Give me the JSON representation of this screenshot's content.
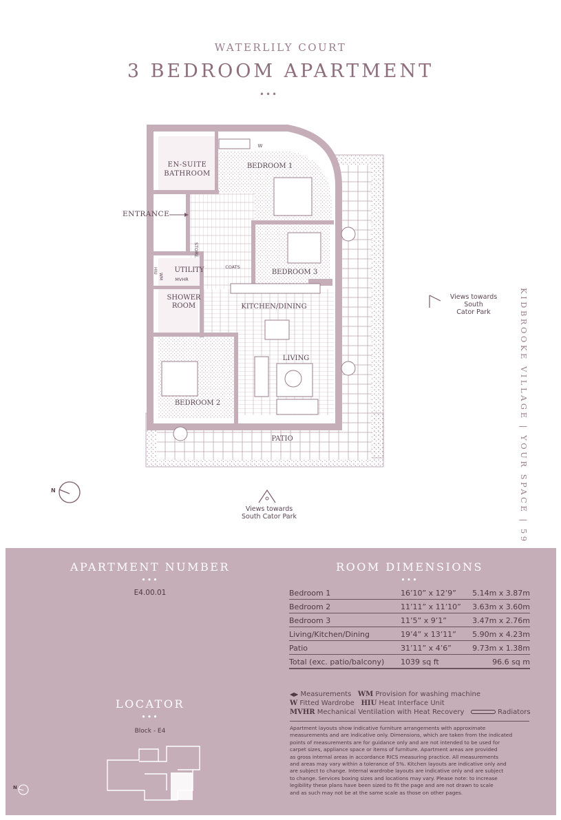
{
  "header": {
    "subtitle": "WATERLILY COURT",
    "title": "3 BEDROOM APARTMENT",
    "dots": "•••"
  },
  "side_text": "KIDBROOKE VILLAGE  |  YOUR SPACE  |  59",
  "plan": {
    "rooms": {
      "ensuite": "EN-SUITE\nBATHROOM",
      "bedroom1": "BEDROOM 1",
      "bedroom3": "BEDROOM 3",
      "utility": "UTILITY",
      "shower": "SHOWER\nROOM",
      "kitchen": "KITCHEN/DINING",
      "living": "LIVING",
      "bedroom2": "BEDROOM 2",
      "patio": "PATIO"
    },
    "entrance": "ENTRANCE",
    "store": "STORE",
    "coats": "COATS",
    "mvhr": "MVHR",
    "wm": "WM",
    "hiu": "HIU",
    "w": "W",
    "north": "N",
    "view_right": "Views towards\nSouth\nCator Park",
    "view_bottom": "Views towards\nSouth Cator Park"
  },
  "panel": {
    "apt_heading": "APARTMENT NUMBER",
    "apt_dots": "•••",
    "apt_number": "E4.00.01",
    "dims_heading": "ROOM DIMENSIONS",
    "dims_dots": "•••",
    "dimensions": [
      {
        "room": "Bedroom 1",
        "imperial": "16’10” x 12’9”",
        "metric": "5.14m x 3.87m"
      },
      {
        "room": "Bedroom 2",
        "imperial": "11’11” x 11’10”",
        "metric": "3.63m x 3.60m"
      },
      {
        "room": "Bedroom 3",
        "imperial": "11’5” x 9’1”",
        "metric": "3.47m x 2.76m"
      },
      {
        "room": "Living/Kitchen/Dining",
        "imperial": "19’4” x 13’11”",
        "metric": "5.90m x 4.23m"
      },
      {
        "room": "Patio",
        "imperial": "31’11” x 4’6”",
        "metric": "9.73m x 1.38m"
      }
    ],
    "total": {
      "room": "Total (exc. patio/balcony)",
      "imperial": "1039 sq ft",
      "metric": "96.6 sq m"
    },
    "legend": {
      "measurements": "Measurements",
      "wm_key": "WM",
      "wm_text": "Provision for washing machine",
      "w_key": "W",
      "w_text": "Fitted Wardrobe",
      "hiu_key": "HIU",
      "hiu_text": "Heat Interface Unit",
      "mvhr_key": "MVHR",
      "mvhr_text": "Mechanical Ventilation with Heat Recovery",
      "radiators": "Radiators"
    },
    "disclaimer": [
      "Apartment layouts show indicative furniture arrangements with approximate",
      "measurements and are indicative only. Dimensions, which are taken from the indicated",
      "points of measurements are for guidance only and are not intended to be used for",
      "carpet sizes, appliance space or items of furniture. Apartment areas are provided",
      "as gross internal areas in accordance RICS measuring practice. All measurements",
      "and areas may vary within a tolerance of 5%. Kitchen layouts are indicative only and",
      "are subject to change. Internal wardrobe layouts are indicative only and are subject",
      "to change. Services boxing sizes and locations may vary. Please note: to increase",
      "legibility these plans have been sized to fit the page and are not drawn to scale",
      "and as such may not be at the same scale as those on other pages."
    ],
    "locator_heading": "LOCATOR",
    "locator_dots": "•••",
    "block": "Block - E4",
    "locator_north": "N"
  },
  "colors": {
    "panel": "#c6aeb8",
    "wall": "#c6aeb8",
    "text_dark": "#4d3843",
    "accent": "#8e6e7c"
  }
}
